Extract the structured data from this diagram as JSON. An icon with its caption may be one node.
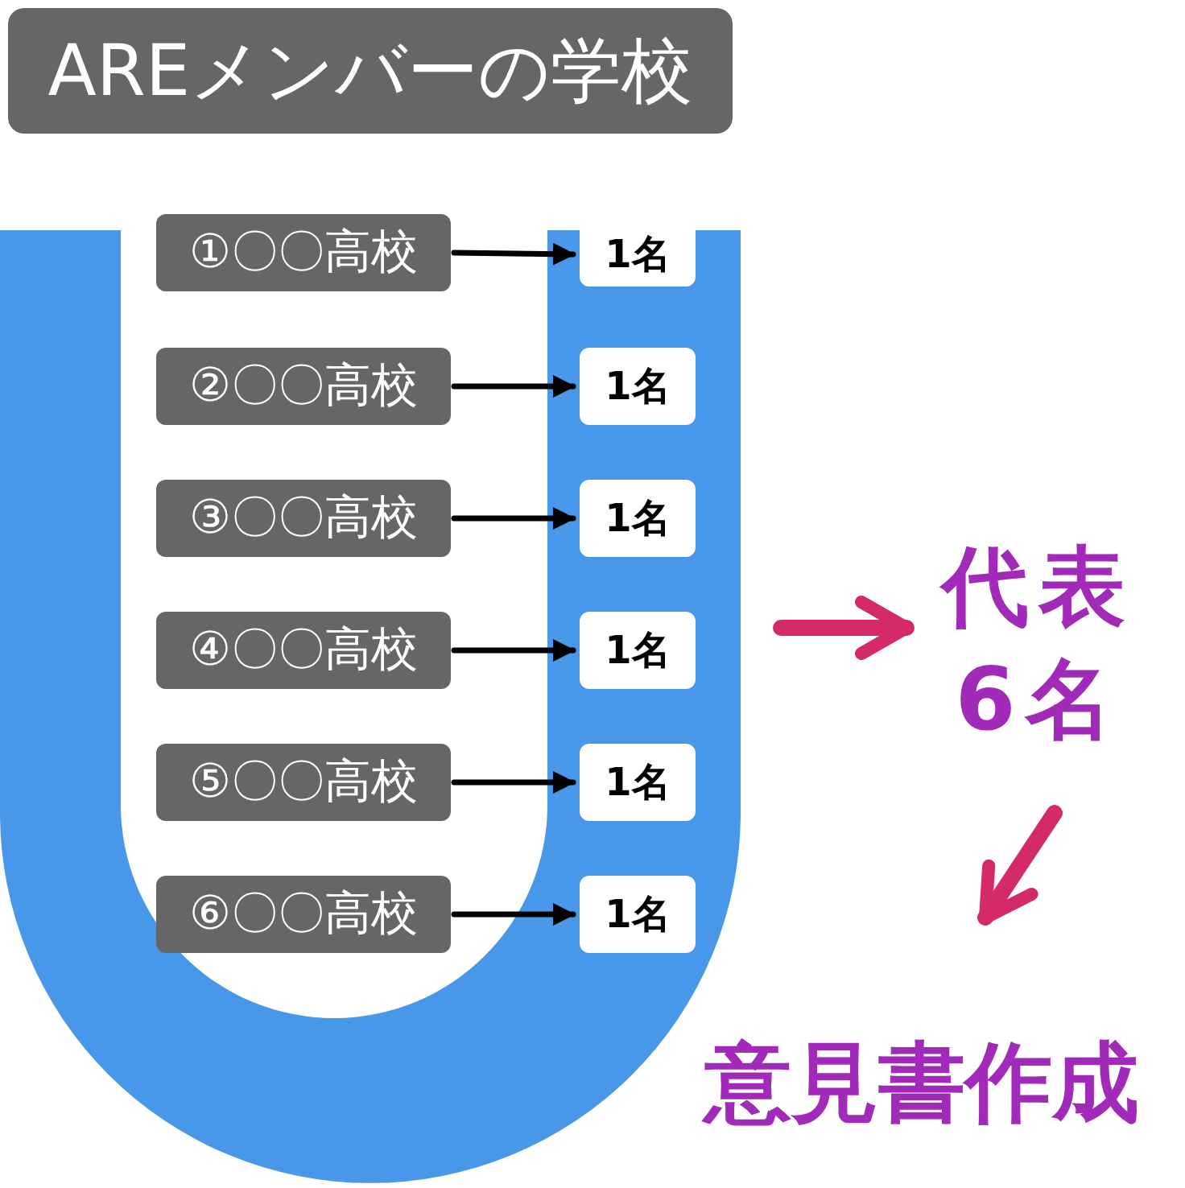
{
  "diagram": {
    "title": "AREメンバーの学校",
    "nodes": [
      {
        "text": [
          "①〇〇高校"
        ]
      },
      {
        "text": [
          "②〇〇高校"
        ]
      },
      {
        "text": [
          "③〇〇高校"
        ]
      },
      {
        "text": [
          "④〇〇高校"
        ]
      },
      {
        "text": [
          "⑤〇〇高校"
        ]
      },
      {
        "text": [
          "⑥〇〇高校"
        ]
      },
      {
        "text": [
          "1名"
        ]
      },
      {
        "text": [
          "1名"
        ]
      },
      {
        "text": [
          "1名"
        ]
      },
      {
        "text": [
          "1名"
        ]
      },
      {
        "text": [
          "1名"
        ]
      },
      {
        "text": [
          "1名"
        ]
      },
      {
        "text": [
          "代表6名"
        ]
      },
      {
        "text": [
          "意見書作成"
        ]
      }
    ],
    "edges": [
      {
        "from": 0,
        "to": 6,
        "arrow": "to"
      },
      {
        "from": 1,
        "to": 7,
        "arrow": "to"
      },
      {
        "from": 2,
        "to": 8,
        "arrow": "to"
      },
      {
        "from": 3,
        "to": 9,
        "arrow": "to"
      },
      {
        "from": 4,
        "to": 10,
        "arrow": "to"
      },
      {
        "from": 5,
        "to": 11,
        "arrow": "to"
      },
      {
        "from": null,
        "to": 12,
        "arrow": "to",
        "style": "thick",
        "color": "#d42a6a"
      },
      {
        "from": 12,
        "to": 13,
        "arrow": "to",
        "style": "thick",
        "color": "#d42a6a"
      }
    ]
  }
}
